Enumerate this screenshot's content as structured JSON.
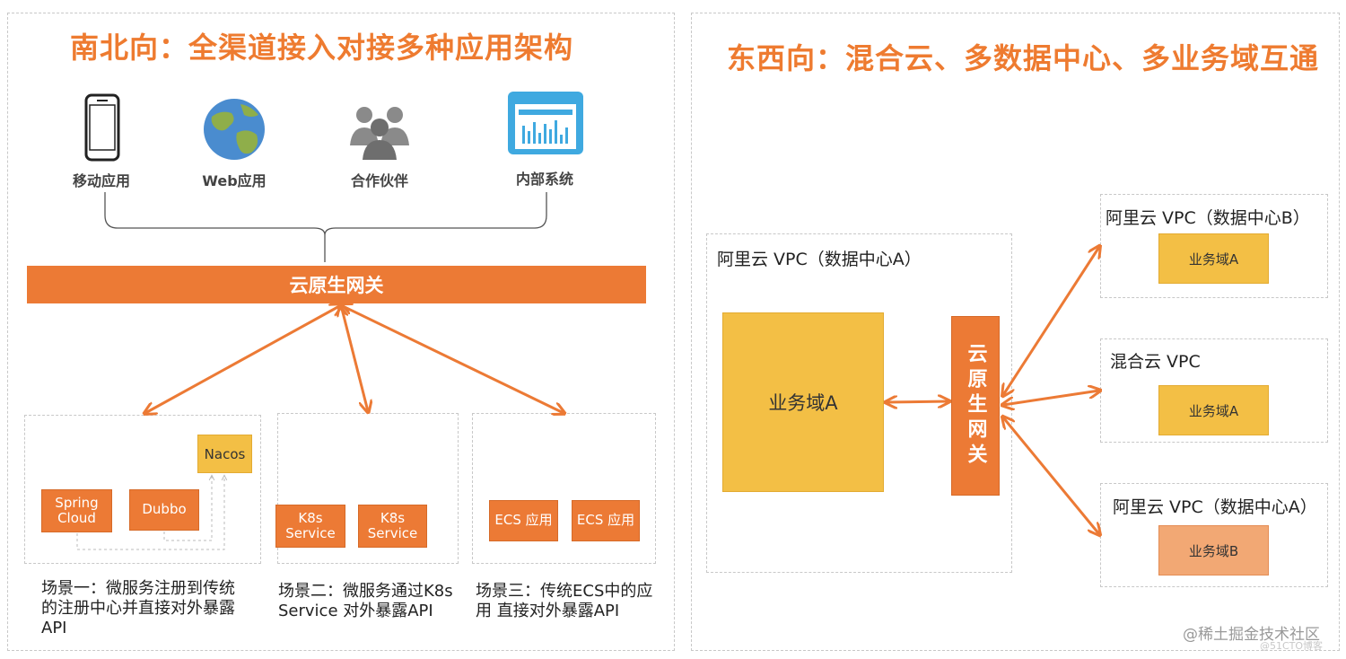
{
  "left": {
    "title": "南北向：全渠道接入对接多种应用架构",
    "clients": [
      {
        "label": "移动应用",
        "icon": "phone-icon"
      },
      {
        "label": "Web应用",
        "icon": "globe-icon"
      },
      {
        "label": "合作伙伴",
        "icon": "people-icon"
      },
      {
        "label": "内部系统",
        "icon": "dashboard-icon"
      }
    ],
    "gateway": "云原生网关",
    "scene1": {
      "spring": "Spring\nCloud",
      "dubbo": "Dubbo",
      "nacos": "Nacos",
      "caption": "场景一：微服务注册到传统的注册中心并直接对外暴露API"
    },
    "scene2": {
      "k8s_a": "K8s\nService",
      "k8s_b": "K8s\nService",
      "caption": "场景二：微服务通过K8s Service 对外暴露API"
    },
    "scene3": {
      "ecs_a": "ECS 应用",
      "ecs_b": "ECS 应用",
      "caption": "场景三：传统ECS中的应用 直接对外暴露API"
    }
  },
  "right": {
    "title": "东西向：混合云、多数据中心、多业务域互通",
    "main_vpc": {
      "label": "阿里云 VPC（数据中心A）",
      "domain": "业务域A"
    },
    "gateway": "云原生网关",
    "remote": [
      {
        "label": "阿里云 VPC（数据中心B）",
        "domain": "业务域A"
      },
      {
        "label": "混合云 VPC",
        "domain": "业务域A"
      },
      {
        "label": "阿里云 VPC（数据中心A）",
        "domain": "业务域B"
      }
    ]
  },
  "colors": {
    "orange": "#ec7a35",
    "yellow": "#f3bf45",
    "peach": "#f2a874",
    "title": "#ee7b30"
  },
  "watermark": "@稀土掘金技术社区",
  "watermark2": "@51CTO博客"
}
